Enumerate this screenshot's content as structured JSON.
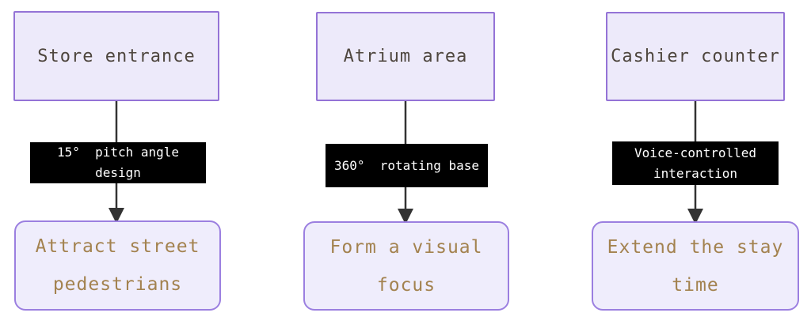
{
  "diagram": {
    "type": "flowchart",
    "direction": "top-down",
    "colors": {
      "source_fill": "#EDEAFA",
      "source_border": "#9473D6",
      "source_text": "#4E463E",
      "target_fill": "#EFEDFC",
      "target_border": "#9B7FE0",
      "target_text": "#A3824F",
      "edge_label_bg": "#000000",
      "edge_label_text": "#FFFFFF",
      "arrow": "#333333",
      "background": "#FFFFFF"
    },
    "columns": [
      {
        "source": "Store entrance",
        "edge_label_text": "15° pitch angle design",
        "edge_label_lines": [
          "15°  pitch angle",
          "design"
        ],
        "target_text": "Attract street pedestrians",
        "target_lines": [
          "Attract street",
          "pedestrians"
        ]
      },
      {
        "source": "Atrium area",
        "edge_label_text": "360° rotating base",
        "edge_label_lines": [
          "360°  rotating base"
        ],
        "target_text": "Form a visual focus",
        "target_lines": [
          "Form a visual",
          "focus"
        ]
      },
      {
        "source": "Cashier counter",
        "edge_label_text": "Voice-controlled interaction",
        "edge_label_lines": [
          "Voice-controlled",
          "interaction"
        ],
        "target_text": "Extend the stay time",
        "target_lines": [
          "Extend the stay",
          "time"
        ]
      }
    ]
  }
}
